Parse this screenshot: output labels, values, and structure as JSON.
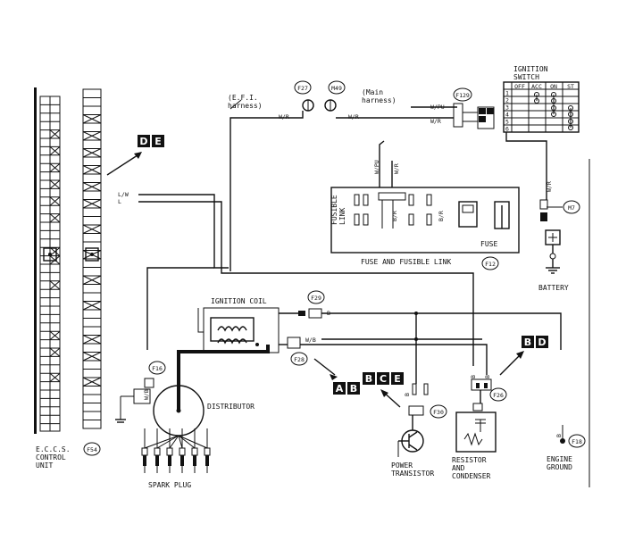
{
  "connectors": {
    "f27": "F27",
    "m49": "M49",
    "f129": "F129",
    "m7": "M7",
    "f12": "F12",
    "f29": "F29",
    "f28": "F28",
    "f16": "F16",
    "f30": "F30",
    "f26": "F26",
    "f18": "F18",
    "f54": "F54"
  },
  "labels": {
    "efi_harness": [
      "(E.F.I.",
      "harness)"
    ],
    "main_harness": [
      "(Main",
      "harness)"
    ],
    "ignition_switch": [
      "IGNITION",
      "SWITCH"
    ],
    "fusible_link_side": [
      "FUSIBLE",
      "LINK"
    ],
    "fuse": "FUSE",
    "fuse_and_fusible_link": "FUSE AND FUSIBLE LINK",
    "battery": "BATTERY",
    "ignition_coil": "IGNITION COIL",
    "distributor": "DISTRIBUTOR",
    "spark_plug": "SPARK PLUG",
    "power_transistor": [
      "POWER",
      "TRANSISTOR"
    ],
    "resistor_condenser": [
      "RESISTOR",
      "AND",
      "CONDENSER"
    ],
    "engine_ground": [
      "ENGINE",
      "GROUND"
    ],
    "eccs": [
      "E.C.C.S.",
      "CONTROL",
      "UNIT"
    ]
  },
  "wire_colors": {
    "w_r_1": "W/R",
    "w_r_2": "W/R",
    "w_pu_1": "W/PU",
    "w_pu_2": "W/PU",
    "w_r_3": "W/R",
    "w_r_4": "W/R",
    "w_r_5": "W/R",
    "b_1": "B",
    "w_b_1": "W/B",
    "b_r": "B/R",
    "b_r2": "B/R",
    "b_2": "B",
    "l_w": "L/W",
    "l": "L",
    "b_3": "B",
    "b_4": "B",
    "b_5": "B",
    "w_b_2": "W/B"
  },
  "switch_table": {
    "headers": [
      "OFF",
      "ACC",
      "ON",
      "ST"
    ],
    "rows": [
      "1",
      "2",
      "3",
      "4",
      "5",
      "6"
    ]
  },
  "reference_boxes": {
    "de": [
      "D",
      "E"
    ],
    "ab": [
      "A",
      "B"
    ],
    "bce": [
      "B",
      "C",
      "E"
    ],
    "bd": [
      "B",
      "D"
    ]
  }
}
